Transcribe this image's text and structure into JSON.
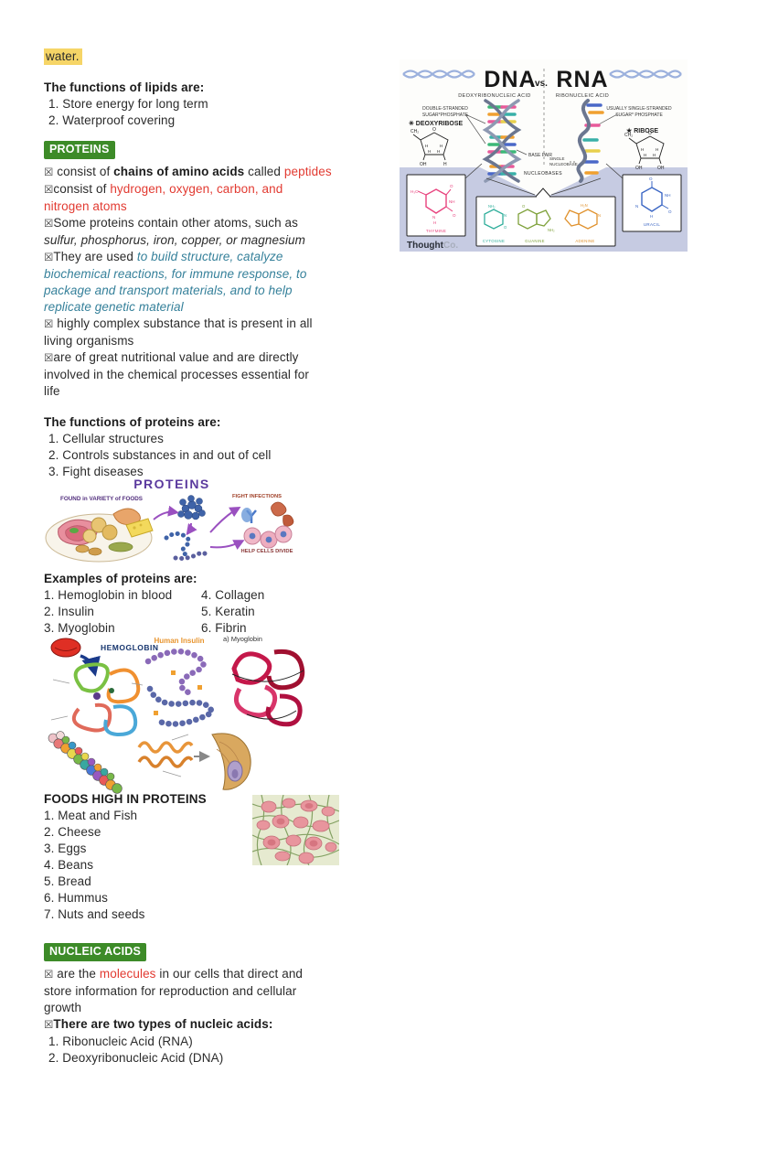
{
  "colors": {
    "highlight_yellow": "#f6d567",
    "chip_green": "#3d8b28",
    "accent_red": "#e23a31",
    "accent_teal": "#35809a",
    "diagram_purple": "#5b3a9e",
    "panel_periwinkle": "#c6cbe2",
    "thymine_pink": "#e8437e",
    "uracil_blue": "#3b66c4",
    "cytosine_teal": "#2fae9b",
    "guanine_green": "#7fa23c",
    "adenine_orange": "#e0922e"
  },
  "content": {
    "water": "water.",
    "lipids": {
      "heading": "The functions of lipids are:",
      "items": [
        "1. Store energy for long term",
        "2. Waterproof covering"
      ]
    },
    "proteins": {
      "chip": "PROTEINS",
      "L1": {
        "box": "☒",
        "s1": " consist of ",
        "s2": "chains of amino acids",
        "s3": " called ",
        "s4": "peptides"
      },
      "L2": {
        "box": "☒",
        "s1": "consist of ",
        "s2": "hydrogen, oxygen, carbon, and"
      },
      "L3": {
        "s1": "nitrogen atoms"
      },
      "L4": {
        "box": "☒",
        "s1": "Some proteins contain other atoms, such as"
      },
      "L5": {
        "s1": "sulfur, phosphorus, iron, copper, or magnesium"
      },
      "L6": {
        "box": "☒",
        "s1": "They are used ",
        "s2": "to build structure, catalyze"
      },
      "L7": {
        "s1": "biochemical reactions, for immune response, to"
      },
      "L8": {
        "s1": "package and transport materials, and to help"
      },
      "L9": {
        "s1": "replicate genetic material"
      },
      "L10": {
        "box": "☒",
        "s1": " highly complex substance that is present in all"
      },
      "L11": {
        "s1": "living organisms"
      },
      "L12": {
        "box": "☒",
        "s1": "are of great nutritional value and are directly"
      },
      "L13": {
        "s1": "involved in the chemical processes essential for"
      },
      "L14": {
        "s1": "life"
      }
    },
    "protein_functions": {
      "heading": "The functions of proteins are:",
      "items": [
        "1. Cellular structures",
        "2. Controls substances in and out of cell",
        "3. Fight diseases"
      ]
    },
    "diagram": {
      "title": "PROTEINS",
      "found": "FOUND in VARIETY of FOODS",
      "fight": "FIGHT INFECTIONS",
      "divide": "HELP CELLS DIVIDE"
    },
    "examples": {
      "heading": "Examples of proteins are:",
      "col1": [
        "1. Hemoglobin in blood",
        "2. Insulin",
        "3. Myoglobin"
      ],
      "col2": [
        "4. Collagen",
        "5. Keratin",
        "6. Fibrin"
      ]
    },
    "collage": {
      "hemoglobin": "HEMOGLOBIN",
      "insulin": "Human Insulin",
      "myoglobin": "a) Myoglobin"
    },
    "foods": {
      "heading": "FOODS HIGH IN PROTEINS",
      "items": [
        "1. Meat and Fish",
        "2. Cheese",
        "3. Eggs",
        "4. Beans",
        "5. Bread",
        "6. Hummus",
        "7. Nuts and seeds"
      ]
    },
    "nucleic": {
      "chip": "NUCLEIC ACIDS",
      "L1": {
        "box": "☒",
        "s1": " are the ",
        "s2": "molecules",
        "s3": " in our cells that direct and"
      },
      "L2": {
        "s1": "store information for reproduction and cellular"
      },
      "L3": {
        "s1": "growth"
      },
      "L4": {
        "box": "☒",
        "s1": "There are two types of nucleic acids:"
      },
      "items": [
        "1. Ribonucleic Acid (RNA)",
        "2. Deoxyribonucleic Acid (DNA)"
      ]
    },
    "dna_rna": {
      "dna": "DNA",
      "vs": "vs.",
      "rna": "RNA",
      "dna_sub": "DEOXYRIBONUCLEIC ACID",
      "rna_sub": "RIBONUCLEIC ACID",
      "dna_note1": "DOUBLE-STRANDED",
      "dna_note2": "SUGAR*PHOSPHATE",
      "dna_sugar": "✳ DEOXYRIBOSE",
      "rna_note1": "USUALLY SINGLE-STRANDED",
      "rna_note2": "SUGAR* PHOSPHATE",
      "rna_sugar": "★ RIBOSE",
      "base_pair": "BASE PAIR",
      "single1": "SINGLE",
      "single2": "NUCLEOBASE",
      "nucleobases": "NUCLEOBASES",
      "thymine": "THYMINE",
      "cytosine": "CYTOSINE",
      "guanine": "GUANINE",
      "adenine": "ADENINE",
      "uracil": "URACIL",
      "logo1": "Thought",
      "logo2": "Co.",
      "chem_left": {
        "ch2": "CH₂",
        "o": "O",
        "h1": "H",
        "h2": "H",
        "h3": "H",
        "h4": "H",
        "b1": "OH",
        "b2": "H"
      },
      "chem_right": {
        "ch2": "CH₂",
        "o": "O",
        "h1": "H",
        "h2": "H",
        "h3": "H",
        "h4": "H",
        "b1": "OH",
        "b2": "OH"
      },
      "thymine_atoms": [
        "H₃C",
        "O",
        "NH",
        "O",
        "N",
        "H"
      ],
      "uracil_atoms": [
        "O",
        "NH",
        "O",
        "N",
        "H"
      ],
      "cytosine_atoms": [
        "NH₂",
        "N",
        "O"
      ],
      "guanine_atoms": [
        "O",
        "NH₂"
      ],
      "adenine_atoms": [
        "H₂N",
        "N"
      ]
    }
  }
}
